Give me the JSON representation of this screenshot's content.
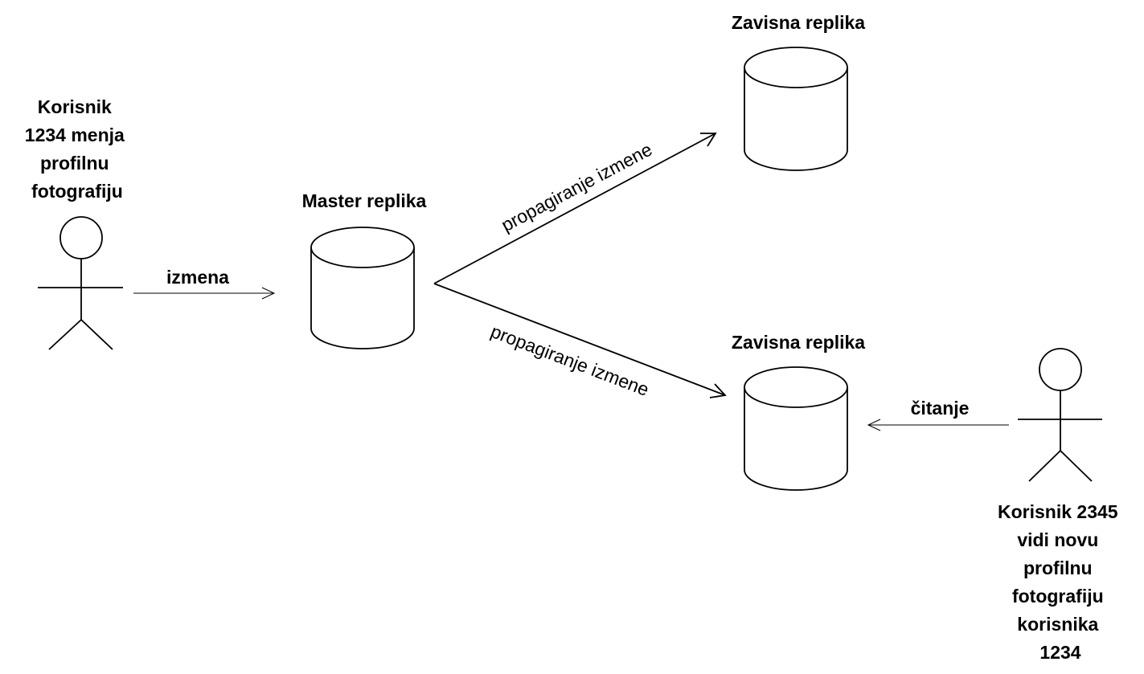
{
  "actors": {
    "writer": {
      "caption_lines": [
        "Korisnik",
        "1234 menja",
        "profilnu",
        "fotografiju"
      ]
    },
    "reader": {
      "caption_lines": [
        "Korisnik 2345",
        "vidi novu",
        "profilnu",
        "fotografiju",
        "korisnika",
        "1234"
      ]
    }
  },
  "databases": {
    "master": {
      "label": "Master replika"
    },
    "replica_top": {
      "label": "Zavisna replika"
    },
    "replica_bottom": {
      "label": "Zavisna replika"
    }
  },
  "arrows": {
    "change": {
      "label": "izmena"
    },
    "propagate_top": {
      "label": "propagiranje izmene"
    },
    "propagate_bottom": {
      "label": "propagiranje izmene"
    },
    "read": {
      "label": "čitanje"
    }
  },
  "colors": {
    "stroke": "#000000",
    "background": "#ffffff"
  }
}
